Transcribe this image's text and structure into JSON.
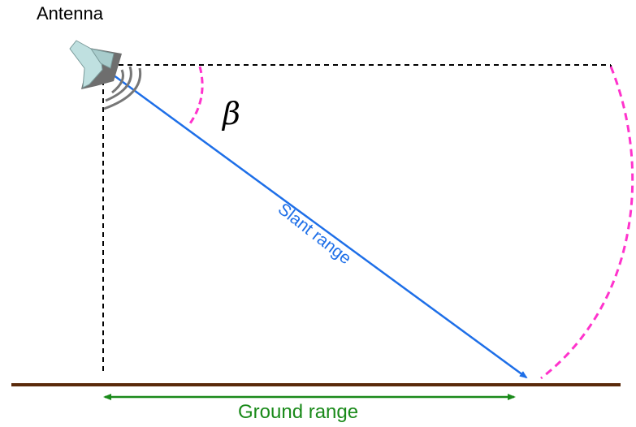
{
  "labels": {
    "antenna": "Antenna",
    "angle": "β",
    "slant_range": "Slant range",
    "ground_range": "Ground range"
  },
  "colors": {
    "slant_line": "#1e6fe8",
    "ground_arrow": "#1a8a1a",
    "arc": "#ff33cc",
    "ground": "#5a2a0a",
    "guide_lines": "#000000",
    "antenna_body": "#bfe0e0"
  },
  "icons": {
    "antenna": "horn-antenna-icon",
    "signal": "signal-waves-icon"
  }
}
